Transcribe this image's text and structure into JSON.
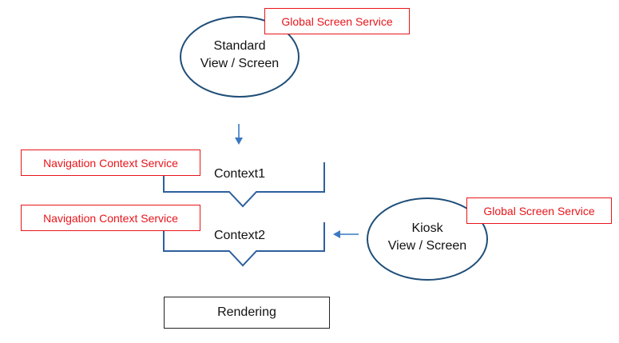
{
  "nodes": {
    "standard_view": {
      "line1": "Standard",
      "line2": "View / Screen"
    },
    "kiosk_view": {
      "line1": "Kiosk",
      "line2": "View / Screen"
    },
    "context1": "Context1",
    "context2": "Context2",
    "rendering": "Rendering"
  },
  "services": {
    "global_screen_standard": "Global Screen Service",
    "global_screen_kiosk": "Global Screen Service",
    "nav_context_1": "Navigation Context Service",
    "nav_context_2": "Navigation Context Service"
  },
  "colors": {
    "ellipse_stroke": "#1f4e79",
    "context_stroke": "#2e5f9e",
    "arrow": "#3a78c2",
    "service_border": "#e8151b",
    "service_text": "#e8151b",
    "text": "#111111"
  }
}
